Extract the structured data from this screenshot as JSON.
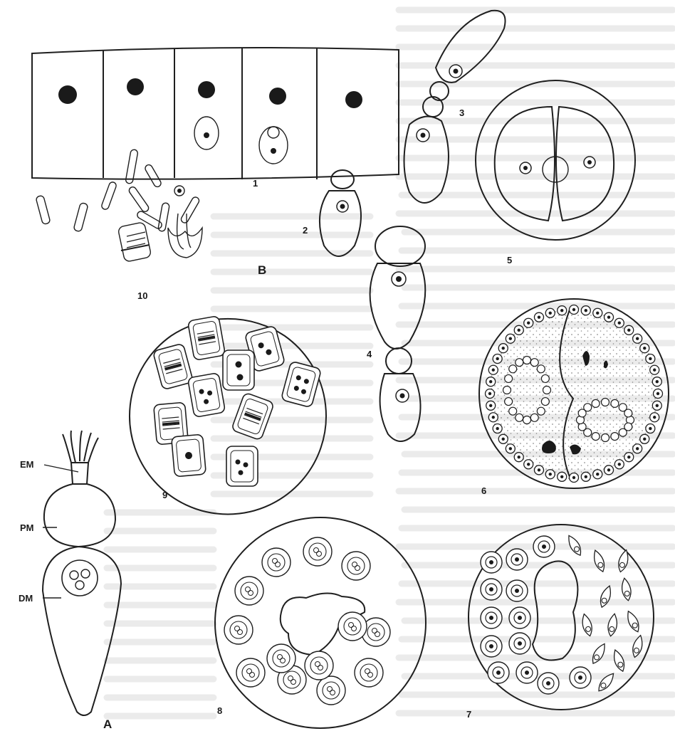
{
  "diagram": {
    "figure_labels": {
      "stage_1": "1",
      "stage_2": "2",
      "stage_3": "3",
      "stage_4": "4",
      "stage_5": "5",
      "stage_6": "6",
      "stage_7": "7",
      "stage_8": "8",
      "stage_9": "9",
      "stage_10": "10",
      "panel_a": "A",
      "panel_b": "B"
    },
    "part_labels": {
      "em": "EM",
      "pm": "PM",
      "dm": "DM"
    },
    "colors": {
      "ink": "#1f1f1f",
      "paper": "#ffffff",
      "bleed_text": "#d6d6d6"
    }
  }
}
